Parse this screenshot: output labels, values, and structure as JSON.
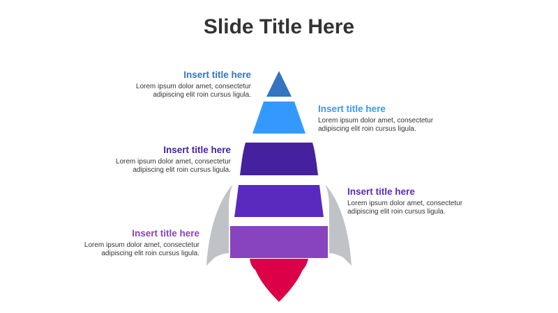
{
  "slide": {
    "title": "Slide Title Here"
  },
  "colors": {
    "tier1": "#3474C0",
    "tier2": "#3399FF",
    "tier3": "#4521A0",
    "tier4": "#5A2ABF",
    "tier5": "#8843BE",
    "wing": "#BFC3C7",
    "flame": "#DB0048"
  },
  "items": [
    {
      "title": "Insert title here",
      "line1": "Lorem ipsum dolor amet, consectetur",
      "line2": "adipiscing elit roin cursus ligula.",
      "color": "#3474C0"
    },
    {
      "title": "Insert title here",
      "line1": "Lorem ipsum dolor amet, consectetur",
      "line2": "adipiscing elit roin cursus ligula.",
      "color": "#3399FF"
    },
    {
      "title": "Insert title here",
      "line1": "Lorem ipsum dolor amet, consectetur",
      "line2": "adipiscing elit roin cursus ligula.",
      "color": "#4521A0"
    },
    {
      "title": "Insert title here",
      "line1": "Lorem ipsum dolor amet, consectetur",
      "line2": "adipiscing elit roin cursus ligula.",
      "color": "#5A2ABF"
    },
    {
      "title": "Insert title here",
      "line1": "Lorem ipsum dolor amet, consectetur",
      "line2": "adipiscing elit roin cursus ligula.",
      "color": "#8843BE"
    }
  ]
}
